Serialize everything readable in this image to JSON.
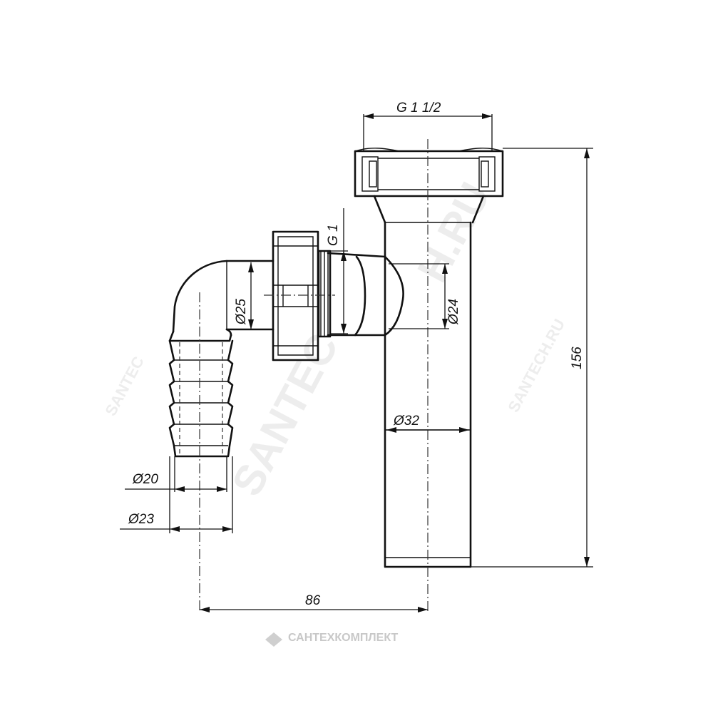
{
  "dimensions": {
    "thread_top": "G 1 1/2",
    "thread_side": "G 1",
    "dia_25": "Ø25",
    "dia_24": "Ø24",
    "dia_32": "Ø32",
    "dia_20": "Ø20",
    "dia_23": "Ø23",
    "height": "156",
    "width": "86"
  },
  "watermarks": {
    "brand_main": "SANTEC",
    "brand_suffix": "H.RU",
    "brand_left": "SANTEC",
    "brand_right": "SANTECH.RU",
    "footer_logo": "САНТЕХКОМПЛЕКТ"
  }
}
